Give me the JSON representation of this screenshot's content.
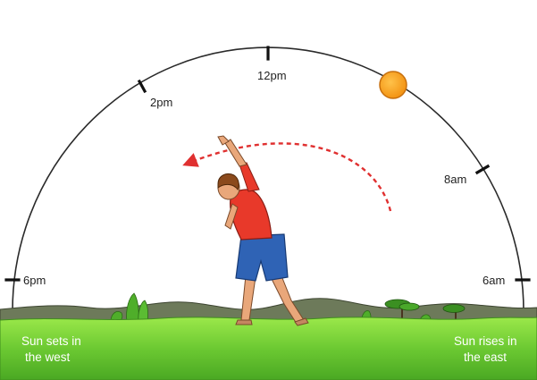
{
  "time_labels": {
    "six_pm": "6pm",
    "two_pm": "2pm",
    "twelve_pm": "12pm",
    "eight_am": "8am",
    "six_am": "6am"
  },
  "captions": {
    "west_line1": "Sun sets in",
    "west_line2": "the west",
    "east_line1": "Sun rises in",
    "east_line2": "the east"
  },
  "colors": {
    "sun": "#f8a21e",
    "sun_outline": "#c76f0d",
    "arc": "#2a2a2a",
    "arrow": "#e03030",
    "grass_light": "#7fd93a",
    "grass_dark": "#4aa823",
    "hills": "#6d7a5a",
    "shirt": "#e8392a",
    "shorts": "#2f63b5",
    "skin": "#e9a77a",
    "hair": "#8b4a1c"
  },
  "icons": {
    "sun": "sun-icon",
    "person": "person-pointing-icon",
    "arrow": "curved-dashed-arrow-icon"
  }
}
